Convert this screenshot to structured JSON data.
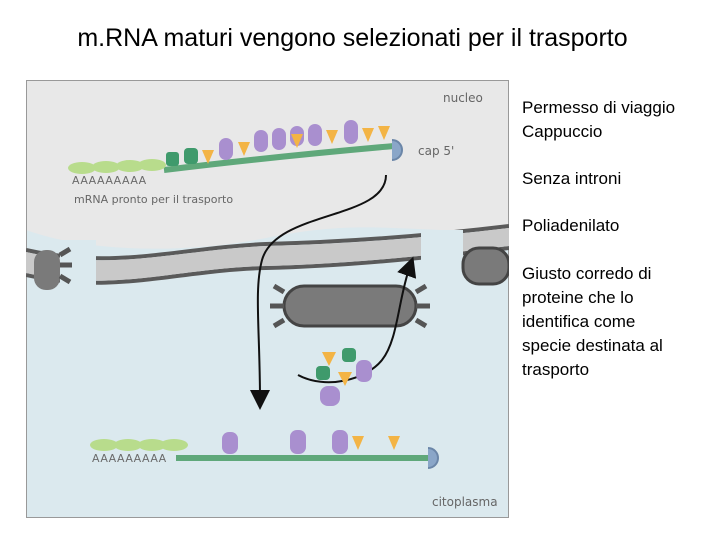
{
  "title": "m.RNA maturi vengono selezionati per il trasporto",
  "figure": {
    "label_nucleus": "nucleo",
    "label_cap": "cap 5'",
    "label_polyA_top": "AAAAAAAAA",
    "label_mrna_ready": "mRNA pronto per il trasporto",
    "label_polyA_bottom": "AAAAAAAAA",
    "label_cytoplasm": "citoplasma",
    "colors": {
      "nucleus_bg": "#e8e8e8",
      "cytoplasm_bg": "#dbe9ee",
      "rna_strand": "#5fa87a",
      "pabp": "#b8dc8c",
      "purple_protein": "#a98fcf",
      "green_protein": "#3f9a6c",
      "orange_protein": "#f3b445",
      "cap": "#8aa6c8"
    }
  },
  "sidebar": {
    "line1": "Permesso di viaggio",
    "line2": "Cappuccio",
    "line3": "Senza introni",
    "line4": "Poliadenilato",
    "line5a": "Giusto corredo di",
    "line5b": "proteine che lo",
    "line5c": "identifica come",
    "line5d": "specie destinata al",
    "line5e": "trasporto"
  }
}
